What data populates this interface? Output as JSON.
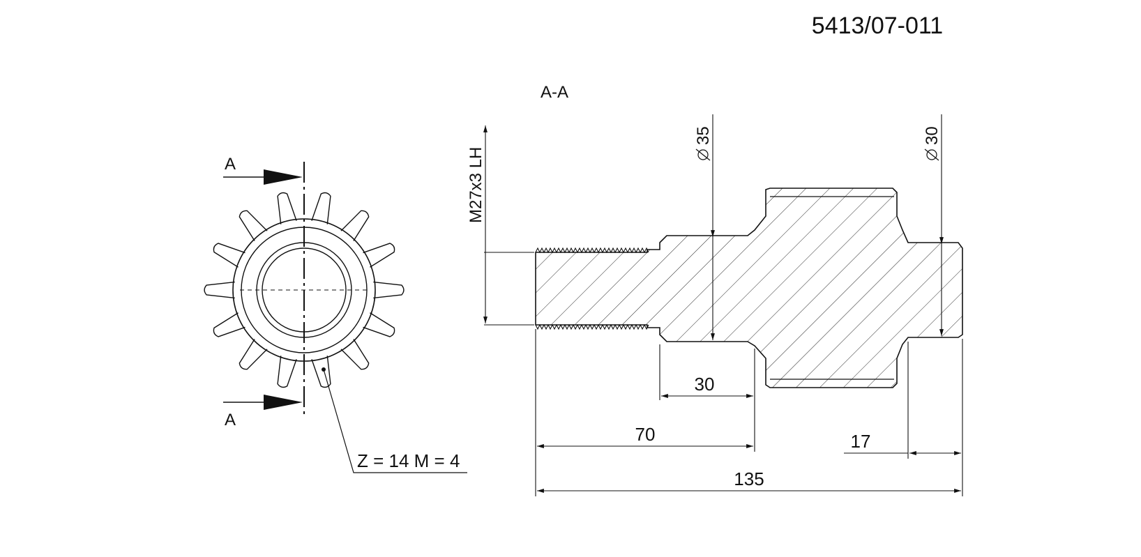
{
  "drawing": {
    "number": "5413/07-011",
    "section_title": "A-A",
    "section_marker_top": "A",
    "section_marker_bottom": "A",
    "gear_note": "Z = 14 M = 4",
    "thread_label": "M27x3 LH",
    "dim_dia35": "35",
    "dim_dia30": "30",
    "dim_30": "30",
    "dim_70": "70",
    "dim_17": "17",
    "dim_135": "135"
  },
  "colors": {
    "line": "#111111",
    "background": "#ffffff"
  }
}
